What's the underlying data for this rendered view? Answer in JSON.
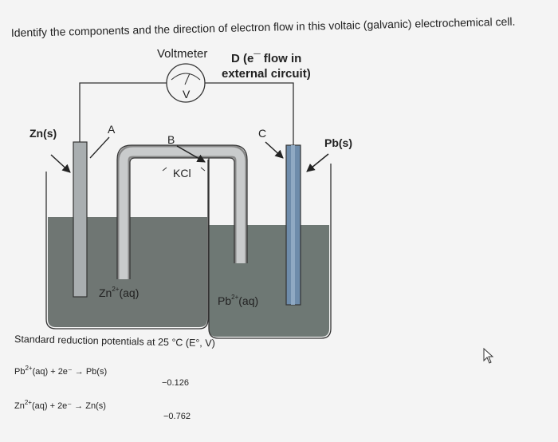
{
  "question": "Identify the components and the direction of electron flow in this voltaic (galvanic) electrochemical cell.",
  "diagram": {
    "voltmeter_label": "Voltmeter",
    "voltmeter_symbol": "V",
    "label_d_line1": "D (e¯ flow in",
    "label_d_line2": "external circuit)",
    "anode_label": "Zn(s)",
    "cathode_label": "Pb(s)",
    "marker_a": "A",
    "marker_b": "B",
    "marker_c": "C",
    "salt_bridge_label": "KCl",
    "left_solution_base": "Zn",
    "left_solution_charge": "2+",
    "left_solution_state": "(aq)",
    "right_solution_base": "Pb",
    "right_solution_charge": "2+",
    "right_solution_state": "(aq)"
  },
  "table": {
    "heading": "Standard reduction potentials at 25 °C (E°, V)",
    "rows": [
      {
        "ion": "Pb",
        "charge": "2+",
        "rest": "(aq) + 2e⁻ → Pb(s)",
        "value": "−0.126"
      },
      {
        "ion": "Zn",
        "charge": "2+",
        "rest": "(aq) + 2e⁻ → Zn(s)",
        "value": "−0.762"
      }
    ]
  },
  "icons": {
    "cursor": "mouse-pointer-icon"
  },
  "colors": {
    "solution": "#6f7673",
    "right_solution": "#6e7874",
    "zinc_electrode": "#a9aeb0",
    "lead_electrode": "#6e8cab",
    "background": "#f4f4f4"
  }
}
